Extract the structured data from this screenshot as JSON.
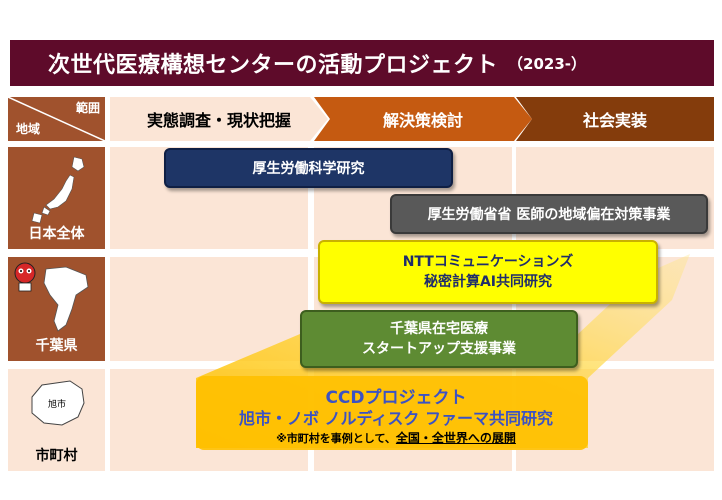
{
  "title": {
    "main": "次世代医療構想センターの活動プロジェクト",
    "sub": "（2023-）"
  },
  "header": {
    "corner_top": "範囲",
    "corner_bottom": "地域",
    "phases": [
      {
        "label": "実態調査・現状把握",
        "color": "#fbe5d6",
        "text_color": "#000000"
      },
      {
        "label": "解決策検討",
        "color": "#c55a11",
        "text_color": "#ffffff"
      },
      {
        "label": "社会実装",
        "color": "#843c0c",
        "text_color": "#ffffff"
      }
    ]
  },
  "regions": [
    {
      "label": "日本全体",
      "icon": "japan-map-icon"
    },
    {
      "label": "千葉県",
      "icon": "chiba-map-icon"
    },
    {
      "label": "市町村",
      "icon": "asahi-city-map-icon",
      "map_label": "旭市"
    }
  ],
  "projects": {
    "mhlw_science": "厚生労働科学研究",
    "mhlw_doctor": "厚生労働省省 医師の地域偏在対策事業",
    "ntt_line1": "NTTコミュニケーションズ",
    "ntt_line2": "秘密計算AI共同研究",
    "chiba_line1": "千葉県在宅医療",
    "chiba_line2": "スタートアップ支援事業",
    "ccd_title": "CCDプロジェクト",
    "ccd_sub": "旭市・ノボ ノルディスク ファーマ共同研究",
    "ccd_note_prefix": "※市町村を事例として、",
    "ccd_note_emph": "全国・全世界への展開"
  },
  "colors": {
    "title_bg": "#5e0b2a",
    "region_bg": "#a0522d",
    "cell_bg": "#fbe5d6",
    "highlight_yellow": "#ffc000"
  }
}
